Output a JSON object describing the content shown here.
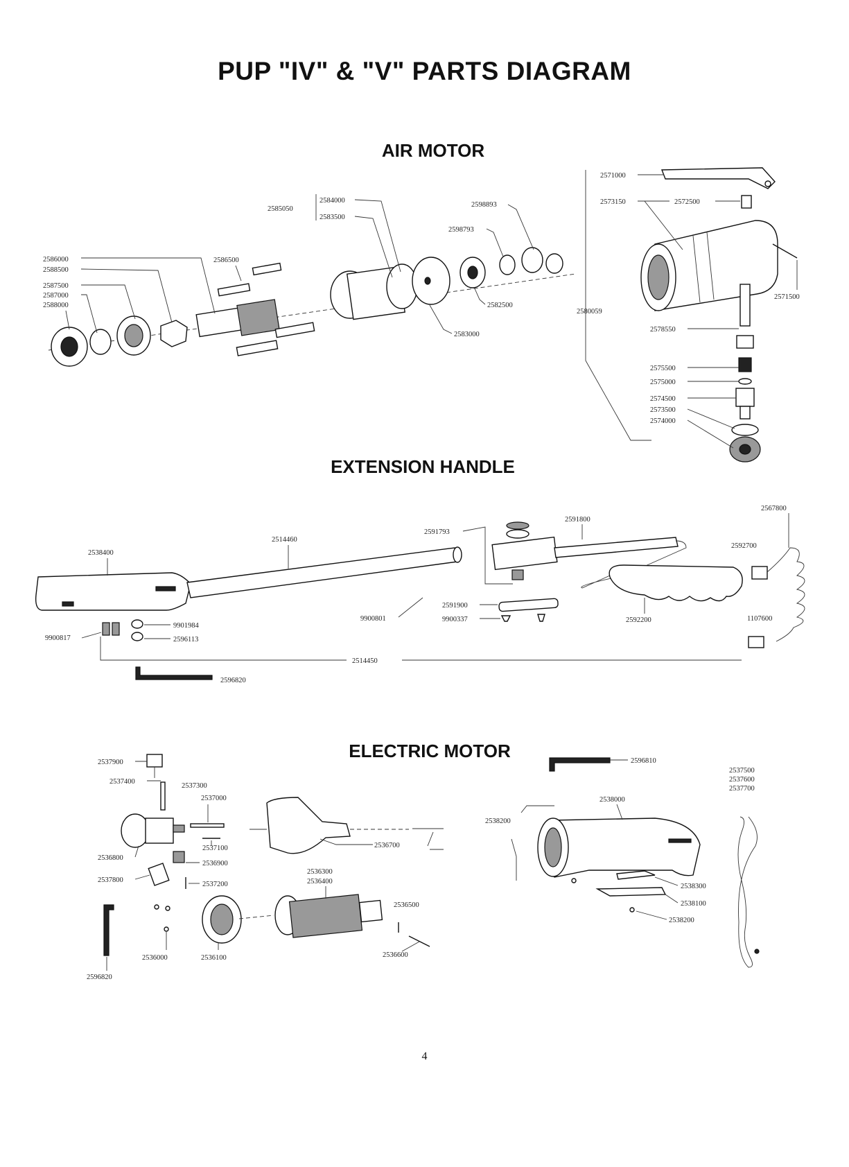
{
  "title": "PUP \"IV\" & \"V\" PARTS DIAGRAM",
  "page_number": "4",
  "sections": {
    "air_motor": {
      "heading": "AIR MOTOR",
      "labels": [
        "2586000",
        "2588500",
        "2587500",
        "2587000",
        "2588000",
        "2586500",
        "2585050",
        "2584000",
        "2583500",
        "2598893",
        "2598793",
        "2582500",
        "2583000",
        "2571000",
        "2573150",
        "2572500",
        "2571500",
        "2580059",
        "2578550",
        "2575500",
        "2575000",
        "2574500",
        "2573500",
        "2574000"
      ]
    },
    "extension_handle": {
      "heading": "EXTENSION HANDLE",
      "labels": [
        "2538400",
        "2514460",
        "2591793",
        "2591800",
        "2567800",
        "2592700",
        "9900801",
        "2591900",
        "9900337",
        "2592200",
        "1107600",
        "9901984",
        "9900817",
        "2596113",
        "2514450",
        "2596820"
      ]
    },
    "electric_motor": {
      "heading": "ELECTRIC MOTOR",
      "labels": [
        "2537900",
        "2537400",
        "2537300",
        "2537000",
        "2536800",
        "2537100",
        "2536900",
        "2537800",
        "2537200",
        "2596820",
        "2536000",
        "2536100",
        "2536700",
        "2536300",
        "2536400",
        "2536500",
        "2536600",
        "2596810",
        "2538000",
        "2538200",
        "2537500",
        "2537600",
        "2537700",
        "2538300",
        "2538100",
        "2538200"
      ]
    }
  }
}
